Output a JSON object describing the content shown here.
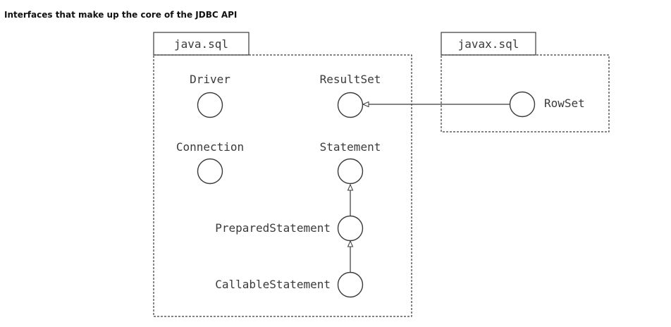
{
  "caption": "Interfaces that make up the core of the JDBC API",
  "packages": [
    {
      "id": "java-sql",
      "name": "java.sql"
    },
    {
      "id": "javax-sql",
      "name": "javax.sql"
    }
  ],
  "interfaces": [
    {
      "id": "driver",
      "name": "Driver",
      "package": "java.sql"
    },
    {
      "id": "resultset",
      "name": "ResultSet",
      "package": "java.sql"
    },
    {
      "id": "connection",
      "name": "Connection",
      "package": "java.sql"
    },
    {
      "id": "statement",
      "name": "Statement",
      "package": "java.sql"
    },
    {
      "id": "preparedstatement",
      "name": "PreparedStatement",
      "package": "java.sql"
    },
    {
      "id": "callablestatement",
      "name": "CallableStatement",
      "package": "java.sql"
    },
    {
      "id": "rowset",
      "name": "RowSet",
      "package": "javax.sql"
    }
  ],
  "relations": [
    {
      "from": "RowSet",
      "to": "ResultSet",
      "type": "extends"
    },
    {
      "from": "PreparedStatement",
      "to": "Statement",
      "type": "extends"
    },
    {
      "from": "CallableStatement",
      "to": "PreparedStatement",
      "type": "extends"
    }
  ],
  "colors": {
    "stroke": "#3a3a3a",
    "text": "#3a3a3a"
  }
}
